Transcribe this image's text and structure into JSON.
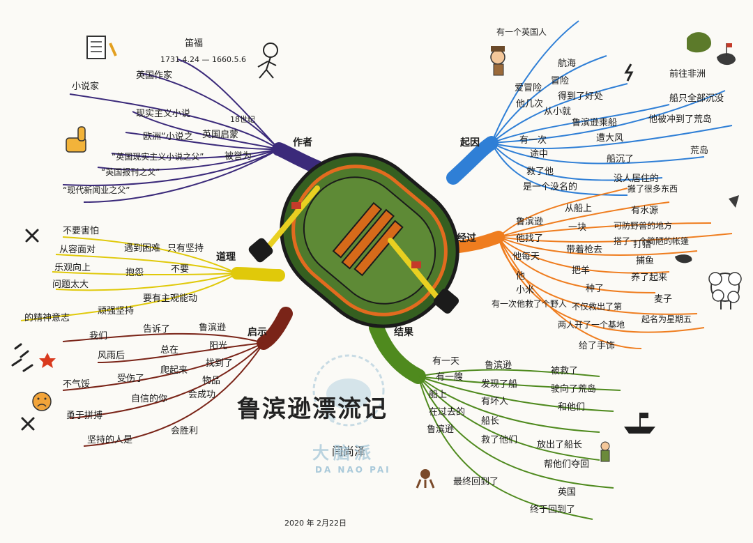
{
  "title": "鲁滨逊漂流记",
  "author": "闫尚泽",
  "date": "2020 年 2月22日",
  "watermark": {
    "cn": "大脑派",
    "en": "DA NAO PAI"
  },
  "branches": {
    "zuozhe": {
      "label": "作者",
      "color": "#3b2a7a",
      "items": [
        "笛福",
        "1731.4.24 — 1660.5.6",
        "英国作家",
        "18世纪",
        "小说家",
        "现实主义小说",
        "英国启蒙",
        "欧洲“小说之",
        "被誉为",
        "“英国现实主义小说之父”",
        "“英国报刊之父”",
        "“现代新闻业之父”"
      ]
    },
    "qiyin": {
      "label": "起因",
      "color": "#2f7fd6",
      "items": [
        "有一个英国人",
        "航海",
        "爱冒险",
        "冒险",
        "他几次",
        "得到了好处",
        "从小就",
        "前往非洲",
        "鲁滨逊乘船",
        "有一次",
        "遭大风",
        "船只全部沉没",
        "船沉了",
        "他被冲到了荒岛",
        "途中",
        "救了他",
        "荒岛",
        "是一个没名的",
        "没人居住的"
      ]
    },
    "jingguo": {
      "label": "经过",
      "color": "#ef7d1f",
      "items": [
        "鲁滨逊",
        "从船上",
        "搬了很多东西",
        "他找了",
        "一块",
        "有水源",
        "可防野兽的地方",
        "搭了一个简陋的帐篷",
        "他每天",
        "带着枪去",
        "打猎",
        "捕鱼",
        "他",
        "把羊",
        "养了起来",
        "种了",
        "麦子",
        "小米",
        "有一次他救了个野人",
        "不仅救出了第",
        "起名为星期五",
        "两人开了一个基地",
        "给了手饰"
      ]
    },
    "jieguo": {
      "label": "结果",
      "color": "#4f8a1e",
      "items": [
        "有一天",
        "鲁滨逊",
        "被救了",
        "有一艘",
        "发现了船",
        "驶向了荒岛",
        "船上",
        "有坏人",
        "和他们",
        "在过去的",
        "船长",
        "鲁滨逊",
        "救了他们",
        "放出了船长",
        "帮他们夺回",
        "最终回到了",
        "终于回到了",
        "英国"
      ]
    },
    "qishi": {
      "label": "启示",
      "color": "#7a2418",
      "items": [
        "鲁滨逊",
        "告诉了",
        "我们",
        "风雨后",
        "总在",
        "阳光",
        "不气馁",
        "受伤了",
        "爬起来",
        "找到了",
        "物品",
        "勇于拼搏",
        "自信的你",
        "会成功",
        "坚持的人是",
        "会胜利"
      ]
    },
    "daoli": {
      "label": "道理",
      "color": "#e0c90a",
      "items": [
        "不要害怕",
        "从容面对",
        "遇到困难",
        "乐观向上",
        "抱怨",
        "不要",
        "问题太大",
        "要有主观能动",
        "的精神意志",
        "顽强坚持",
        "只有坚持"
      ]
    }
  },
  "icons": [
    "notepad-icon",
    "stick-figure-icon",
    "thumbs-up-icon",
    "explorer-icon",
    "lightning-icon",
    "island-icon",
    "sheep-icon",
    "ship-icon",
    "sad-face-icon",
    "cross-icon"
  ]
}
